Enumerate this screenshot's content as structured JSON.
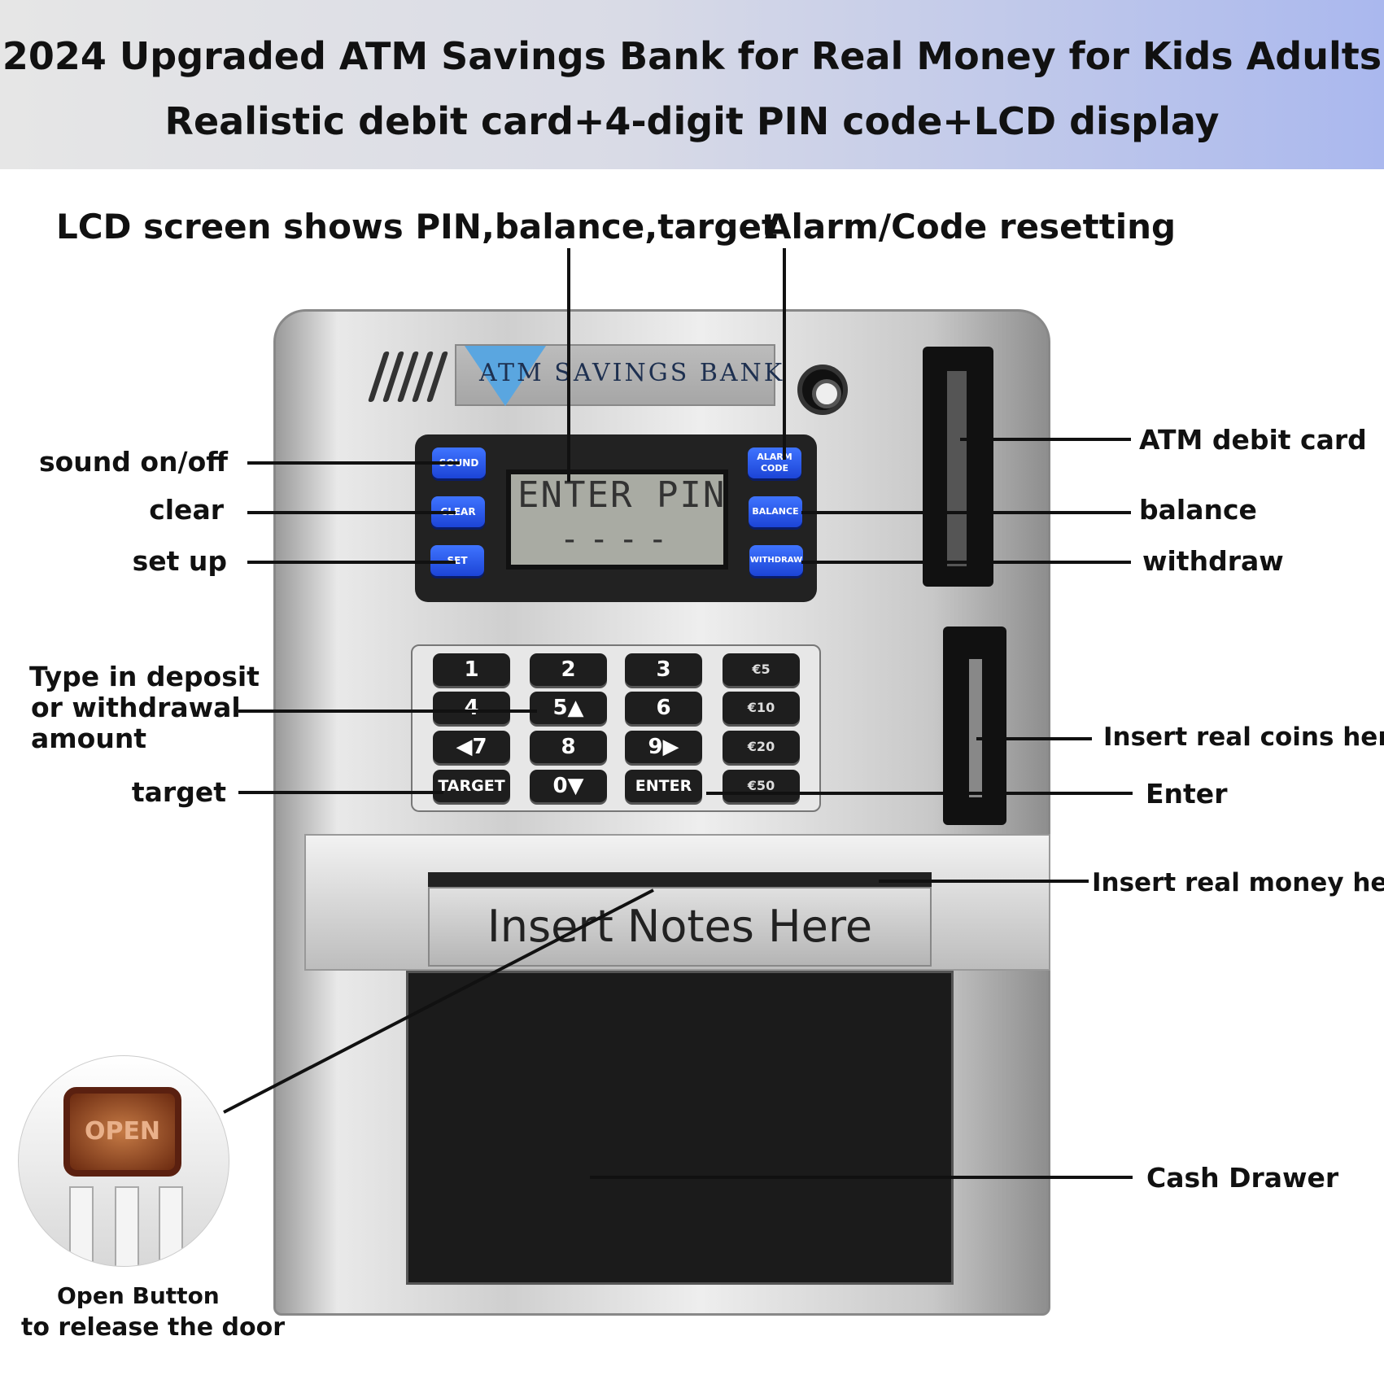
{
  "header": {
    "line1": "2024 Upgraded ATM Savings Bank for Real Money for Kids Adults",
    "line2": "Realistic debit card+4-digit PIN code+LCD display"
  },
  "top_labels": {
    "lcd": "LCD screen  shows PIN,balance,target",
    "alarm": "Alarm/Code resetting"
  },
  "left_labels": {
    "sound": "sound on/off",
    "clear": "clear",
    "setup": "set up",
    "deposit": [
      "Type in deposit",
      "or withdrawal",
      "amount"
    ],
    "target": "target"
  },
  "right_labels": {
    "card": "ATM debit card",
    "balance": "balance",
    "withdraw": "withdraw",
    "coins": "Insert real coins here",
    "enter": "Enter",
    "money": "Insert real money here",
    "drawer": "Cash Drawer"
  },
  "atm": {
    "logo": "ATM SAVINGS BANK",
    "lcd": {
      "line1": "ENTER PIN",
      "line2": "----"
    },
    "left_buttons": [
      "SOUND",
      "CLEAR",
      "SET"
    ],
    "right_buttons": [
      "ALARM CODE",
      "BALANCE",
      "WITHDRAW"
    ],
    "keys": [
      [
        "1",
        "2",
        "3",
        "€5"
      ],
      [
        "4",
        "5▲",
        "6",
        "€10"
      ],
      [
        "◀7",
        "8",
        "9▶",
        "€20"
      ],
      [
        "TARGET",
        "0▼",
        "ENTER",
        "€50"
      ]
    ],
    "note_plate": "Insert Notes Here"
  },
  "inset": {
    "button": "OPEN",
    "caption1": "Open Button",
    "caption2": "to release the door"
  },
  "colors": {
    "button_blue": "#2455e8",
    "header_accent": "#aab8ee"
  }
}
